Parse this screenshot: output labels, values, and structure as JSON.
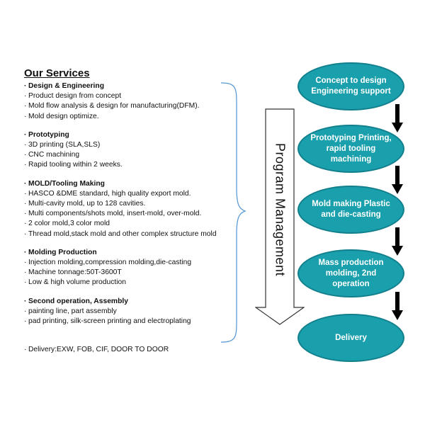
{
  "services": {
    "title": "Our Services",
    "sections": [
      {
        "heading": "Design & Engineering",
        "items": [
          "Product design from concept",
          "Mold flow analysis & design for manufacturing(DFM).",
          "Mold design optimize."
        ]
      },
      {
        "heading": "Prototyping",
        "items": [
          "3D printing (SLA,SLS)",
          "CNC machining",
          "Rapid tooling within 2 weeks."
        ]
      },
      {
        "heading": "MOLD/Tooling Making",
        "items": [
          "HASCO &DME standard, high quality export mold.",
          "Multi-cavity mold, up to 128 cavities.",
          "Multi components/shots mold, insert-mold, over-mold.",
          "2 color mold,3 color mold",
          "Thread mold,stack mold and other complex structure mold"
        ]
      },
      {
        "heading": "Molding Production",
        "items": [
          "Injection molding,compression molding,die-casting",
          "Machine tonnage:50T-3600T",
          "Low & high volume production"
        ]
      },
      {
        "heading": "Second operation, Assembly",
        "items": [
          "painting line, part  assembly",
          "pad printing, silk-screen printing and electroplating"
        ]
      }
    ],
    "delivery": "Delivery:EXW, FOB, CIF, DOOR TO DOOR",
    "bullet": "·"
  },
  "program_management": {
    "label": "Program Management"
  },
  "flow": {
    "stages": [
      "Concept to design Engineering support",
      "Prototyping Printing, rapid tooling machining",
      "Mold making Plastic and die-casting",
      "Mass production molding, 2nd operation",
      "Delivery"
    ]
  },
  "colors": {
    "stage_fill": "#1a9fad",
    "stage_border": "#12808c",
    "brace": "#5b9bd5",
    "arrow": "#000000"
  }
}
